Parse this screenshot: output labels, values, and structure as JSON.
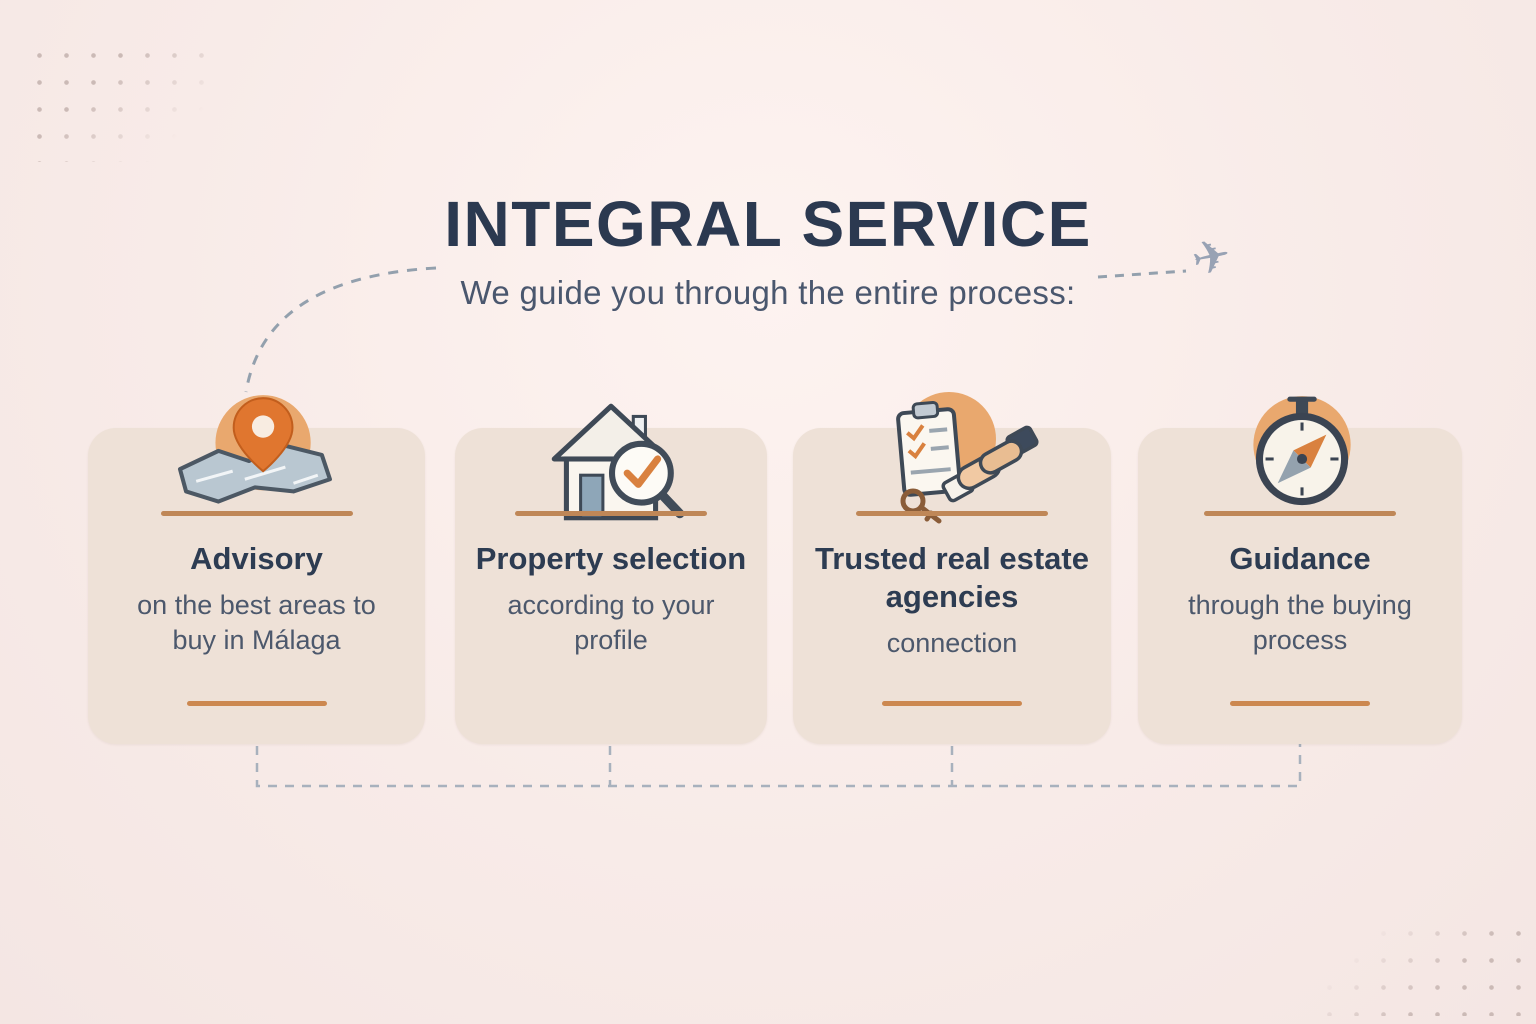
{
  "header": {
    "title": "INTEGRAL SERVICE",
    "subtitle": "We guide you through the entire process:"
  },
  "cards": [
    {
      "title": "Advisory",
      "description": "on the best areas to buy in Málaga",
      "icon": "map-location-pin",
      "accent_underline": true
    },
    {
      "title": "Property selection",
      "description": "according to your profile",
      "icon": "house-magnifier-check",
      "accent_underline": false
    },
    {
      "title": "Trusted real estate agencies",
      "description": "connection",
      "icon": "contract-keys-handshake",
      "accent_underline": true
    },
    {
      "title": "Guidance",
      "description": "through the buying process",
      "icon": "compass",
      "accent_underline": true
    }
  ],
  "decor": {
    "airplane_icon": "✈",
    "colors": {
      "background": "#f8ebe8",
      "card_background": "#eee1d7",
      "accent": "#cc8850",
      "icon_circle": "#e9a86e",
      "heading_text": "#2b3950",
      "body_text": "#4c586c",
      "dashed_line": "#98a2b4"
    }
  }
}
